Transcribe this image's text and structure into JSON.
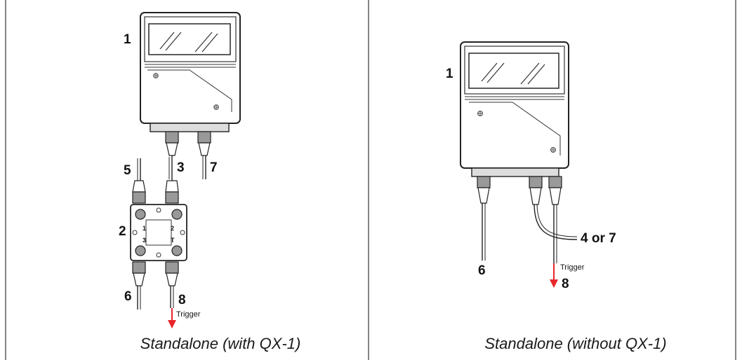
{
  "left_panel": {
    "caption": "Standalone (with QX-1)",
    "labels": {
      "l1": "1",
      "l2": "2",
      "l3": "3",
      "l5": "5",
      "l6": "6",
      "l7": "7",
      "l8": "8"
    },
    "trigger": "Trigger",
    "qx_ports": {
      "p1": "1",
      "p2": "2",
      "p3": "3",
      "pT": "T"
    }
  },
  "right_panel": {
    "caption": "Standalone (without QX-1)",
    "labels": {
      "l1": "1",
      "l4or7": "4 or 7",
      "l6": "6",
      "l8": "8"
    },
    "trigger": "Trigger"
  },
  "colors": {
    "trigger_arrow": "#e8262a",
    "border": "#333333",
    "ink": "#1a1a1a"
  }
}
